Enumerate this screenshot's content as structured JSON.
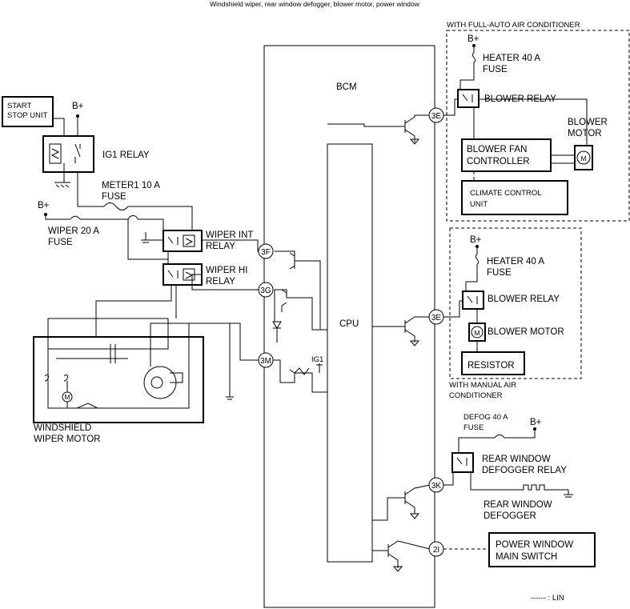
{
  "title": "Windshield wiper, rear window defogger, blower motor, power window",
  "bcm": {
    "label": "BCM",
    "cpu": "CPU"
  },
  "start_stop_unit": [
    "START",
    "STOP UNIT"
  ],
  "b_plus": "B+",
  "ig1_relay": "IG1 RELAY",
  "ig1": "IG1",
  "meter1_fuse": [
    "METER1 10 A",
    "FUSE"
  ],
  "wiper_fuse": [
    "WIPER 20 A",
    "FUSE"
  ],
  "wiper_int_relay": [
    "WIPER INT",
    "RELAY"
  ],
  "wiper_hi_relay": [
    "WIPER HI",
    "RELAY"
  ],
  "windshield_wiper_motor": [
    "WINDSHIELD",
    "WIPER MOTOR"
  ],
  "full_auto": {
    "title": "WITH FULL-AUTO AIR CONDITIONER",
    "heater_fuse": [
      "HEATER 40 A",
      "FUSE"
    ],
    "blower_relay": "BLOWER RELAY",
    "blower_motor": [
      "BLOWER",
      "MOTOR"
    ],
    "blower_fan_controller": [
      "BLOWER FAN",
      "CONTROLLER"
    ],
    "climate_control_unit": [
      "CLIMATE CONTROL",
      "UNIT"
    ]
  },
  "manual": {
    "title": [
      "WITH MANUAL AIR",
      "CONDITIONER"
    ],
    "heater_fuse": [
      "HEATER 40 A",
      "FUSE"
    ],
    "blower_relay": "BLOWER RELAY",
    "blower_motor": "BLOWER MOTOR",
    "resistor": "RESISTOR"
  },
  "defog_fuse": [
    "DEFOG 40 A",
    "FUSE"
  ],
  "rear_defogger_relay": [
    "REAR WINDOW",
    "DEFOGGER RELAY"
  ],
  "rear_defogger": [
    "REAR WINDOW",
    "DEFOGGER"
  ],
  "power_window_switch": [
    "POWER WINDOW",
    "MAIN SWITCH"
  ],
  "motor_symbol": "M",
  "pins": {
    "p3E_auto": "3E",
    "p3E_manual": "3E",
    "p3F": "3F",
    "p3G": "3G",
    "p3M": "3M",
    "p3K": "3K",
    "p2I": "2I"
  },
  "legend": "------ : LIN"
}
